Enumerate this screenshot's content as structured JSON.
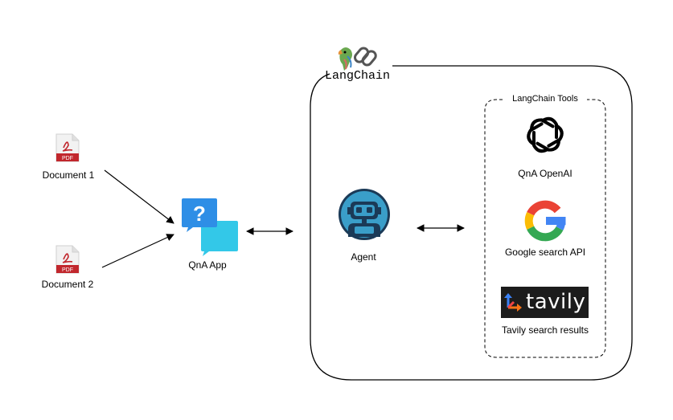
{
  "nodes": {
    "document1": {
      "label": "Document 1",
      "badge": "PDF"
    },
    "document2": {
      "label": "Document 2",
      "badge": "PDF"
    },
    "qna_app": {
      "label": "QnA App"
    },
    "langchain": {
      "title": "LangChain"
    },
    "agent": {
      "label": "Agent"
    },
    "tools_group": {
      "title": "LangChain Tools"
    },
    "openai": {
      "label": "QnA OpenAI"
    },
    "google": {
      "label": "Google search API"
    },
    "tavily": {
      "label": "Tavily search results",
      "wordmark": "tavily"
    }
  },
  "colors": {
    "pdf_red": "#c1272d",
    "chat_blue": "#2e8ee6",
    "chat_cyan": "#33c8e8",
    "agent_navy": "#1b3a57",
    "agent_teal": "#3a9ec9",
    "tavily_bg": "#1c1c1c"
  }
}
